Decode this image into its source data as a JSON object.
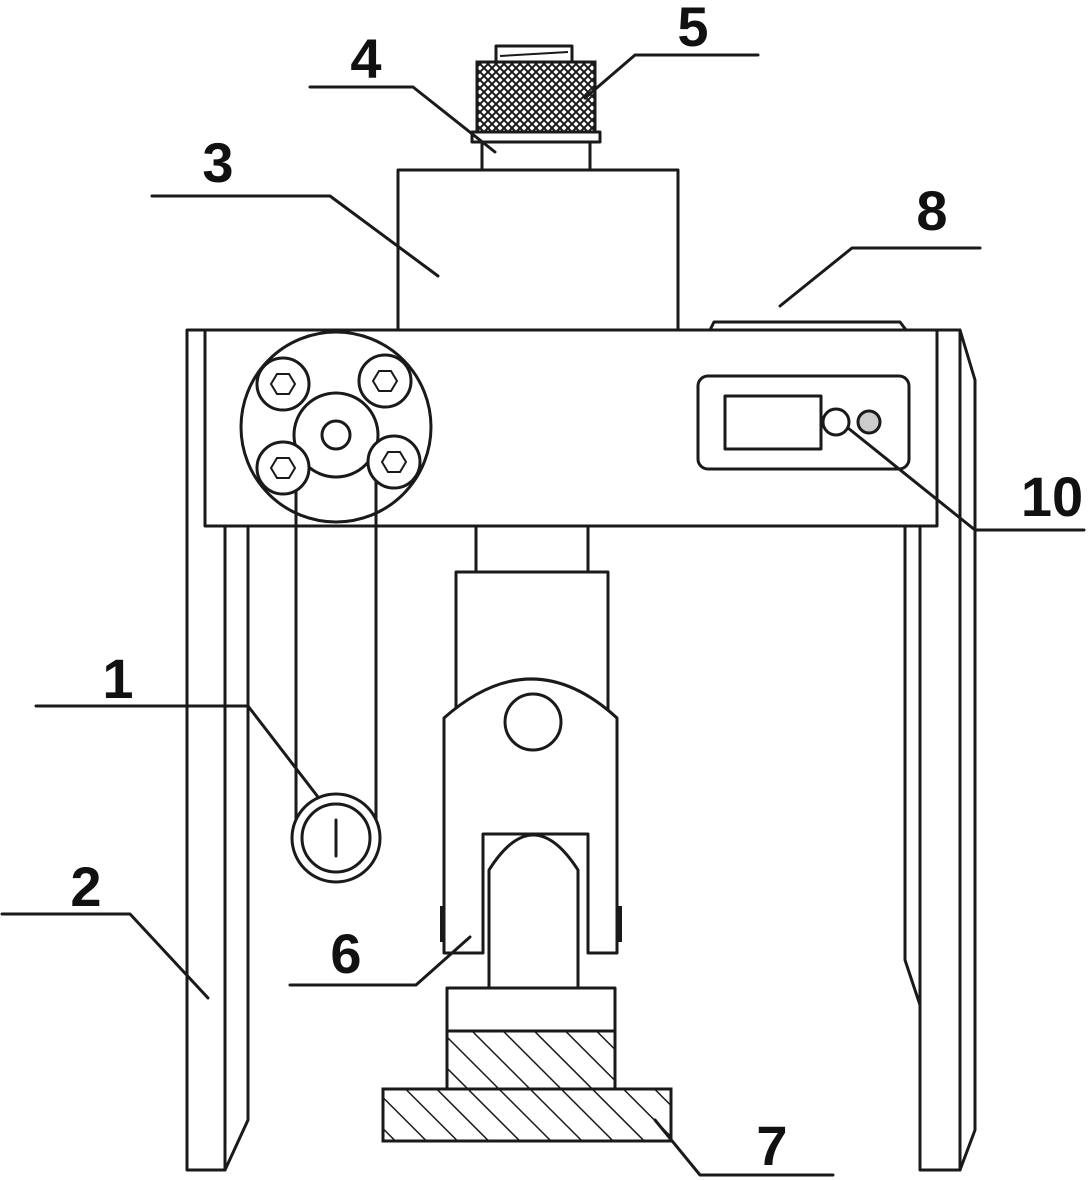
{
  "labels": {
    "n1": "1",
    "n2": "2",
    "n3": "3",
    "n4": "4",
    "n5": "5",
    "n6": "6",
    "n7": "7",
    "n8": "8",
    "n10": "10"
  },
  "colors": {
    "line": "#1a1a1a",
    "background": "#ffffff",
    "indicator": "#cccccc"
  },
  "icons": {
    "bolt": "hex-socket-bolt-icon"
  }
}
